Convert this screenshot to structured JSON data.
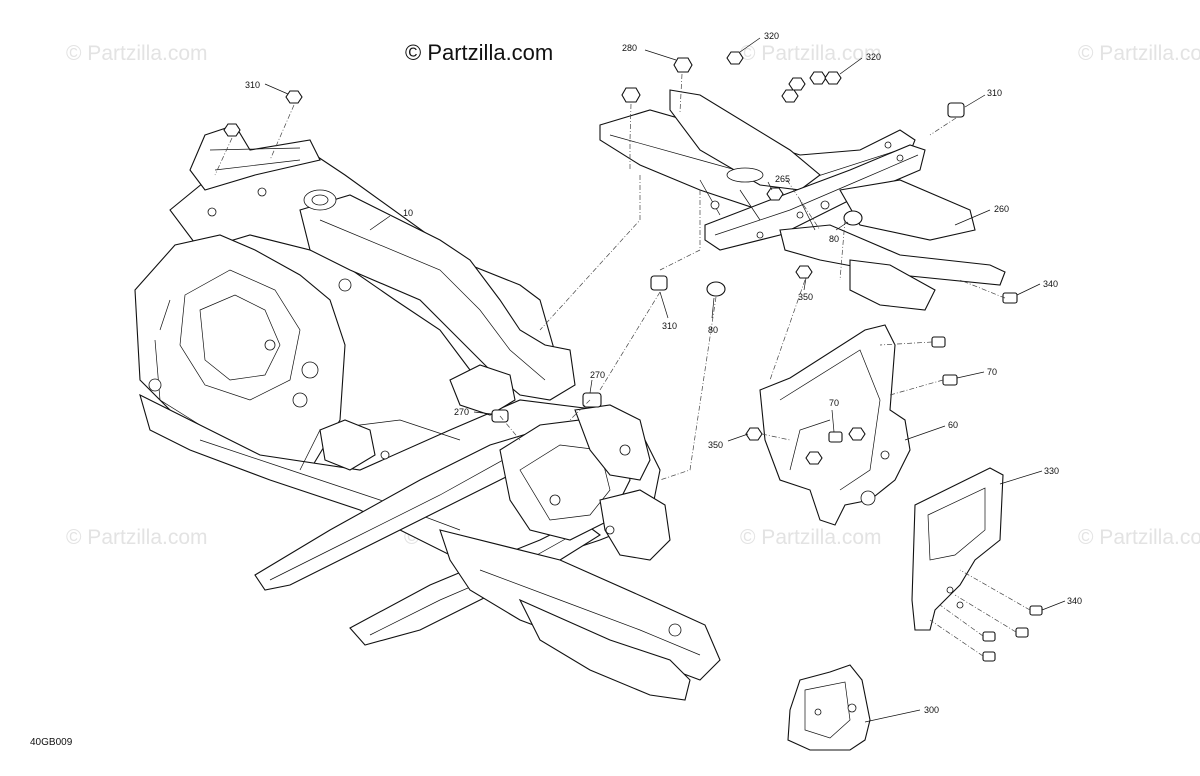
{
  "brand": "© Partzilla.com",
  "watermark_text": "© Partzilla.com",
  "diagram_code": "40GB009",
  "callouts": {
    "c310a": "310",
    "c10": "10",
    "c280": "280",
    "c320a": "320",
    "c320b": "320",
    "c310b": "310",
    "c265": "265",
    "c260": "260",
    "c80a": "80",
    "c80b": "80",
    "c310c": "310",
    "c350a": "350",
    "c340a": "340",
    "c270a": "270",
    "c270b": "270",
    "c70a": "70",
    "c70b": "70",
    "c60": "60",
    "c350b": "350",
    "c330": "330",
    "c340b": "340",
    "c300": "300"
  }
}
